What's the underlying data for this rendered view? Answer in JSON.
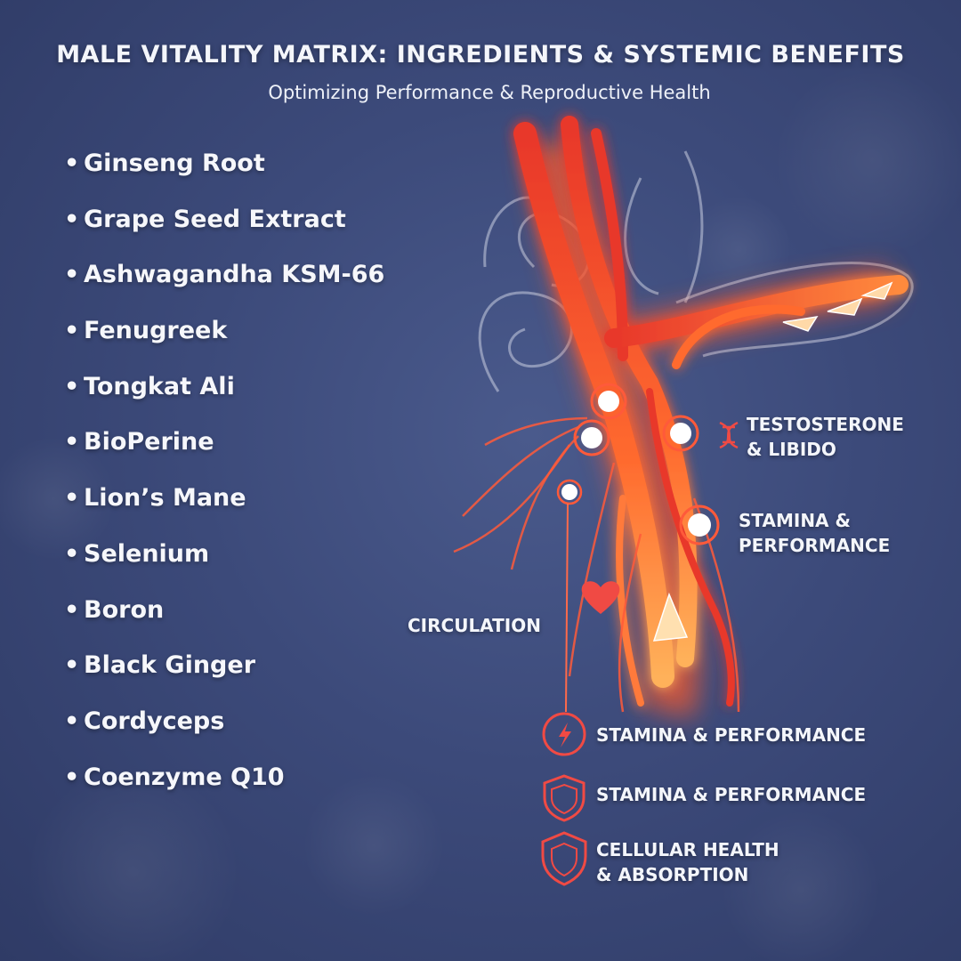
{
  "header": {
    "title": "MALE VITALITY MATRIX: INGREDIENTS & SYSTEMIC BENEFITS",
    "subtitle": "Optimizing Performance & Reproductive Health"
  },
  "ingredients": [
    "Ginseng Root",
    "Grape Seed Extract",
    "Ashwagandha KSM-66",
    "Fenugreek",
    "Tongkat Ali",
    "BioPerine",
    "Lion’s Mane",
    "Selenium",
    "Boron",
    "Black Ginger",
    "Cordyceps",
    "Coenzyme Q10"
  ],
  "diagram_labels": {
    "testosterone_line1": "TESTOSTERONE",
    "testosterone_line2": "& LIBIDO",
    "stamina_line1": "STAMINA &",
    "stamina_line2": "PERFORMANCE",
    "circulation": "CIRCULATION"
  },
  "benefits": [
    {
      "label": "STAMINA & PERFORMANCE",
      "icon": "lightning-bolt-icon"
    },
    {
      "label": "STAMINA & PERFORMANCE",
      "icon": "shield-icon"
    },
    {
      "label_line1": "CELLULAR HEALTH",
      "label_line2": "& ABSORPTION",
      "icon": "shield-icon"
    }
  ],
  "icons": {
    "testosterone": "dna-icon",
    "circulation": "heart-icon"
  },
  "colors": {
    "background": "#3c4a7a",
    "accent_red": "#e8473a",
    "glow_orange": "#ff8a3d",
    "text": "#f4f6fb"
  }
}
